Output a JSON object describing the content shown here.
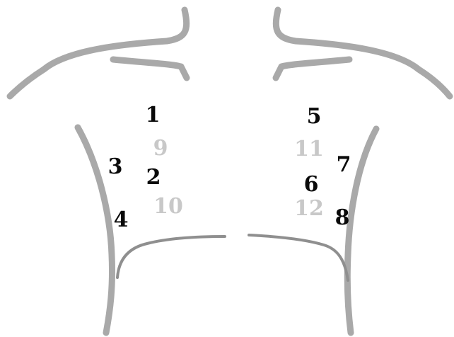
{
  "figure": {
    "outline_color": "#a9a9a9",
    "diaphragm_color": "#8f8f8f",
    "primary_label_color": "#0a0a0a",
    "secondary_label_color": "#c8c8c8"
  },
  "labels": {
    "p1": "1",
    "p2": "2",
    "p3": "3",
    "p4": "4",
    "p5": "5",
    "p6": "6",
    "p7": "7",
    "p8": "8",
    "p9": "9",
    "p10": "10",
    "p11": "11",
    "p12": "12"
  }
}
